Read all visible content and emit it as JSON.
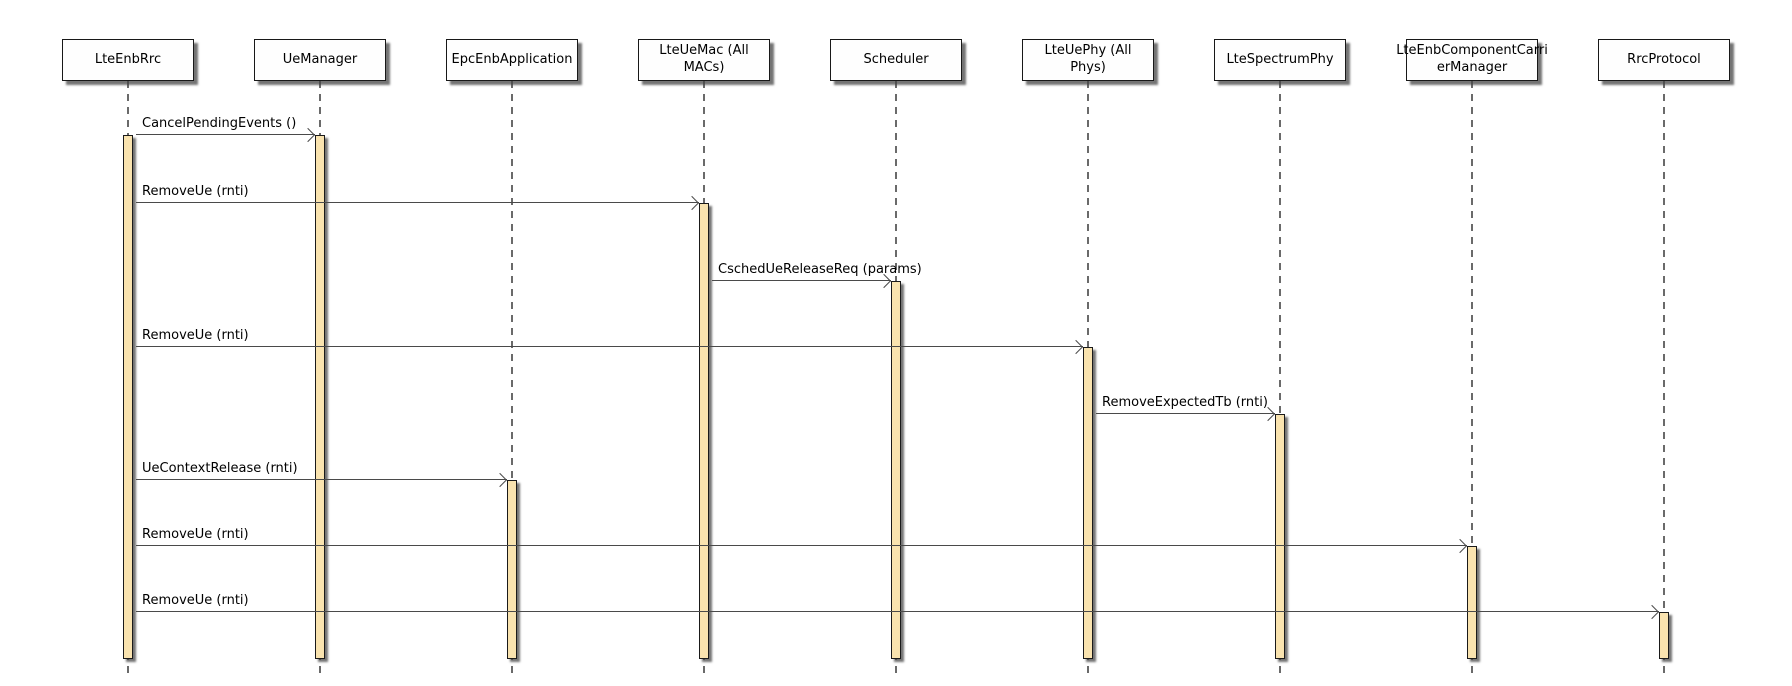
{
  "diagram": {
    "kind": "uml-sequence-diagram",
    "participants": [
      {
        "label": "LteEnbRrc"
      },
      {
        "label": "UeManager"
      },
      {
        "label": "EpcEnbApplication"
      },
      {
        "label": "LteUeMac (All MACs)"
      },
      {
        "label": "Scheduler"
      },
      {
        "label": "LteUePhy (All Phys)"
      },
      {
        "label": "LteSpectrumPhy"
      },
      {
        "label": "LteEnbComponentCarri\nerManager"
      },
      {
        "label": "RrcProtocol"
      }
    ],
    "messages": [
      {
        "label": "CancelPendingEvents ()",
        "from": 0,
        "to": 1
      },
      {
        "label": "RemoveUe (rnti)",
        "from": 0,
        "to": 3
      },
      {
        "label": "CschedUeReleaseReq (params)",
        "from": 3,
        "to": 4
      },
      {
        "label": "RemoveUe (rnti)",
        "from": 0,
        "to": 5
      },
      {
        "label": "RemoveExpectedTb (rnti)",
        "from": 5,
        "to": 6
      },
      {
        "label": "UeContextRelease (rnti)",
        "from": 0,
        "to": 2
      },
      {
        "label": "RemoveUe (rnti)",
        "from": 0,
        "to": 7
      },
      {
        "label": "RemoveUe (rnti)",
        "from": 0,
        "to": 8
      }
    ],
    "colors": {
      "activation_fill": "#F9E3AF",
      "activation_border": "#1a1a1a",
      "box_fill": "#FEFEFE",
      "box_border": "#181818",
      "message_line": "#4a4a4a",
      "lifeline": "#6a6a6a",
      "text": "#000000"
    }
  }
}
